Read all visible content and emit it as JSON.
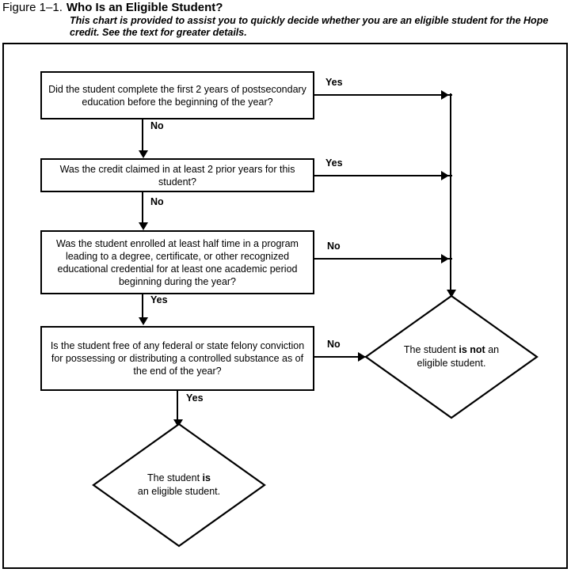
{
  "figure": {
    "number": "Figure 1–1.",
    "title": "Who Is an Eligible Student?",
    "description": "This chart is provided to assist you to quickly decide whether you are an eligible student for the Hope credit. See the text for greater details."
  },
  "flowchart": {
    "type": "decision-flowchart",
    "boxes": [
      {
        "id": "box-1",
        "text": "Did the student complete the first 2 years of postsecondary education before the beginning of the year?",
        "yes_label": "Yes",
        "no_label": "No"
      },
      {
        "id": "box-2",
        "text": "Was the credit claimed in at least 2 prior years for this student?",
        "yes_label": "Yes",
        "no_label": "No"
      },
      {
        "id": "box-3",
        "text": "Was the student enrolled at least half time in a program leading to a degree, certificate, or other recognized educational credential for at least one academic period beginning during the year?",
        "no_label": "No",
        "yes_label": "Yes"
      },
      {
        "id": "box-4",
        "text": "Is the student free of any federal or state felony conviction for possessing or distributing a controlled substance as of the end of the year?",
        "no_label": "No",
        "yes_label": "Yes"
      }
    ],
    "outcomes": [
      {
        "id": "not-eligible",
        "line1_pre": "The student ",
        "line1_strong": "is not",
        "line1_post": " an",
        "line2": "eligible student."
      },
      {
        "id": "eligible",
        "line1_pre": "The student ",
        "line1_strong": "is",
        "line1_post": "",
        "line2": "an eligible student."
      }
    ],
    "edge_labels": {
      "box1_yes": "Yes",
      "box1_no": "No",
      "box2_yes": "Yes",
      "box2_no": "No",
      "box3_no": "No",
      "box3_yes": "Yes",
      "box4_no": "No",
      "box4_yes": "Yes"
    },
    "colors": {
      "stroke": "#000000",
      "background": "#ffffff",
      "text": "#000000"
    }
  }
}
